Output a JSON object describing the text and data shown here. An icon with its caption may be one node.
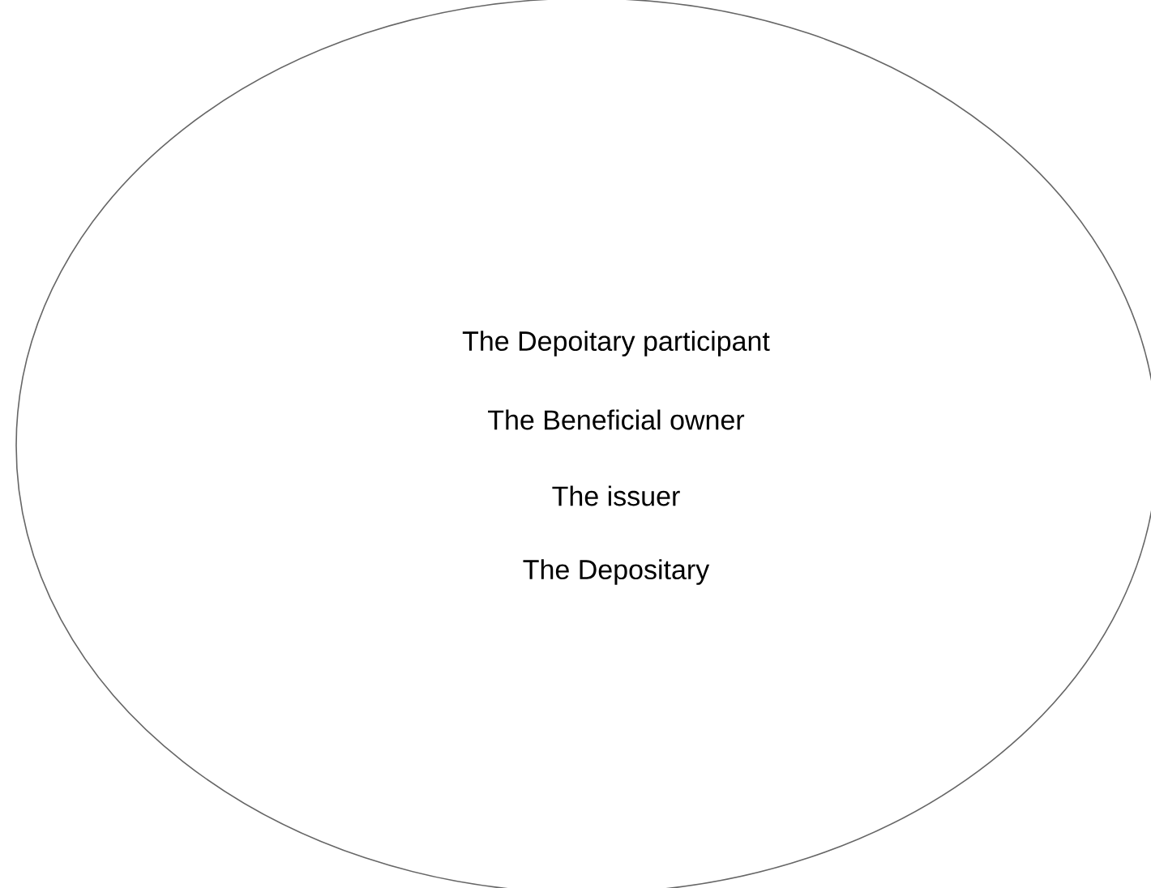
{
  "diagram": {
    "nodes": [
      {
        "text": [
          "The Depoitary participant",
          "The Beneficial owner",
          "The issuer",
          "The Depositary"
        ]
      }
    ]
  }
}
